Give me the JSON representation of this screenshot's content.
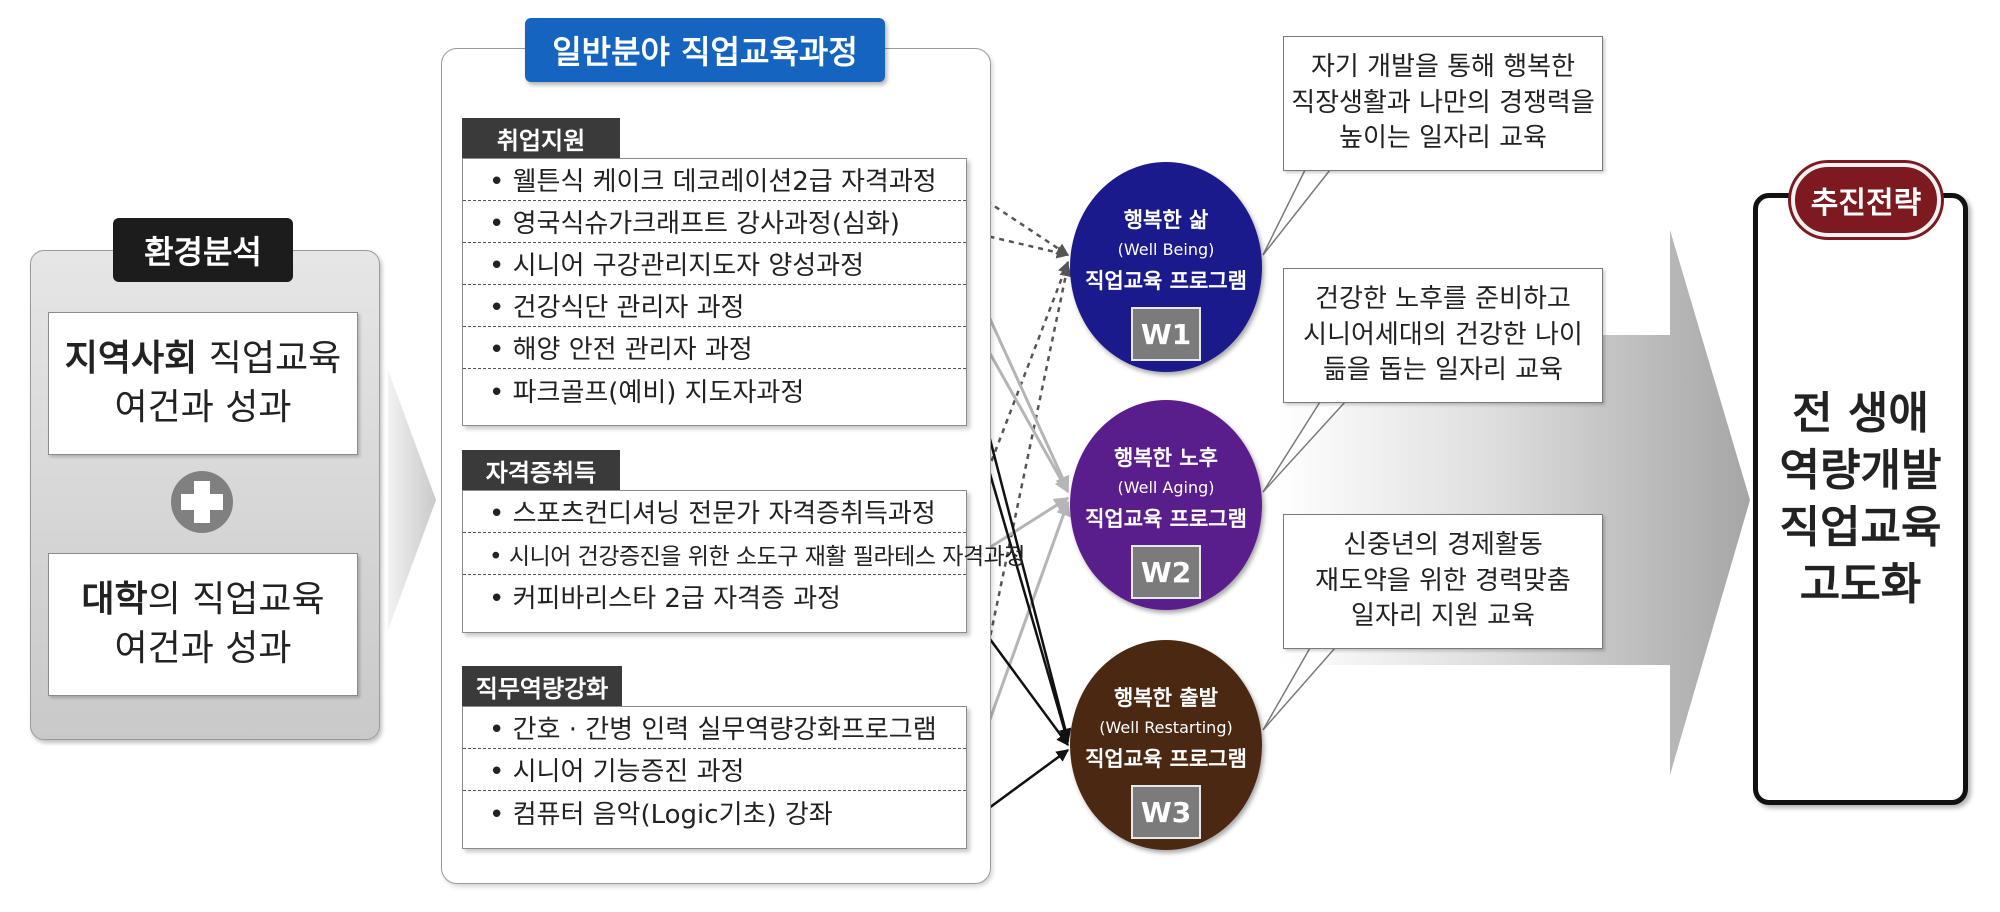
{
  "env": {
    "title": "환경분석",
    "box1": {
      "bold": "지역사회",
      "rest": " 직업교육",
      "line2": "여건과 성과"
    },
    "box2": {
      "bold": "대학",
      "rest": "의 직업교육",
      "line2": "여건과 성과"
    }
  },
  "general": {
    "title": "일반분야 직업교육과정",
    "sections": [
      {
        "tag": "취업지원",
        "items": [
          "• 웰튼식 케이크 데코레이션2급 자격과정",
          "• 영국식슈가크래프트 강사과정(심화)",
          "• 시니어 구강관리지도자 양성과정",
          "• 건강식단 관리자 과정",
          "• 해양 안전 관리자 과정",
          "• 파크골프(예비) 지도자과정"
        ]
      },
      {
        "tag": "자격증취득",
        "items": [
          "• 스포츠컨디셔닝 전문가 자격증취득과정",
          "• 시니어 건강증진을 위한 소도구 재활 필라테스 자격과정",
          "• 커피바리스타 2급 자격증 과정"
        ]
      },
      {
        "tag": "직무역량강화",
        "items": [
          "• 간호 · 간병 인력 실무역량강화프로그램",
          "• 시니어 기능증진 과정",
          "• 컴퓨터 음악(Logic기초) 강좌"
        ]
      }
    ]
  },
  "programs": [
    {
      "line1": "행복한 삶",
      "line2": "(Well Being)",
      "line3": "직업교육 프로그램",
      "code": "W1",
      "color": "#1a1a8c"
    },
    {
      "line1": "행복한 노후",
      "line2": "(Well Aging)",
      "line3": "직업교육 프로그램",
      "code": "W2",
      "color": "#5a1e8c"
    },
    {
      "line1": "행복한 출발",
      "line2": "(Well Restarting)",
      "line3": "직업교육 프로그램",
      "code": "W3",
      "color": "#4a2812"
    }
  ],
  "callouts": [
    {
      "lines": [
        "자기 개발을 통해 행복한",
        "직장생활과 나만의 경쟁력을",
        "높이는 일자리 교육"
      ]
    },
    {
      "lines": [
        "건강한 노후를 준비하고",
        "시니어세대의 건강한 나이",
        "듦을 돕는 일자리 교육"
      ]
    },
    {
      "lines": [
        "신중년의 경제활동",
        "재도약을 위한 경력맞춤",
        "일자리 지원 교육"
      ]
    }
  ],
  "strategy": {
    "tag": "추진전략",
    "lines": [
      "전 생애",
      "역량개발",
      "직업교육",
      "고도화"
    ]
  }
}
